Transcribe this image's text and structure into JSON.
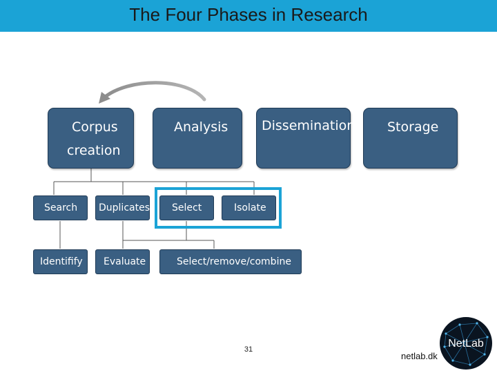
{
  "slide": {
    "title": "The Four Phases in Research",
    "page_number": "31",
    "site": "netlab.dk",
    "logo_text": "NetLab"
  },
  "phases": [
    {
      "label_line1": "Corpus",
      "label_line2": "creation"
    },
    {
      "label_line1": "Analysis"
    },
    {
      "label_line1": "Dissemination"
    },
    {
      "label_line1": "Storage"
    }
  ],
  "tasks": {
    "search": "Search",
    "duplicates": "Duplicates",
    "select": "Select",
    "isolate": "Isolate",
    "identify": "Identifify",
    "evaluate": "Evaluate",
    "select_remove_combine": "Select/remove/combine"
  },
  "colors": {
    "title_bar": "#1ba3d6",
    "box_fill": "#3a5f82",
    "highlight": "#1ba3d6",
    "arrow": "#9a9a9a"
  },
  "icons": {
    "cycle_arrow": "curved-arrow-icon"
  }
}
